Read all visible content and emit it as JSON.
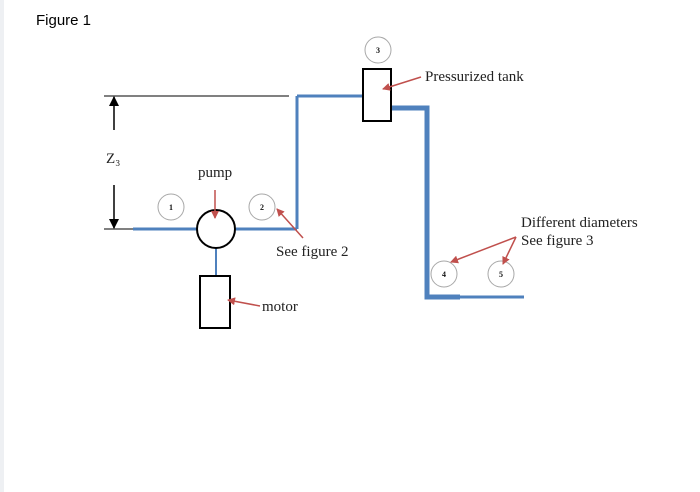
{
  "figure": {
    "title": "Figure 1"
  },
  "labels": {
    "z3": "Z₃",
    "pump": "pump",
    "motor": "motor",
    "pressurized_tank": "Pressurized tank",
    "see_figure_2": "See figure 2",
    "different_diameters": "Different diameters",
    "see_figure_3": "See figure 3"
  },
  "points": [
    {
      "id": "point-1",
      "label": "1"
    },
    {
      "id": "point-2",
      "label": "2"
    },
    {
      "id": "point-3",
      "label": "3"
    },
    {
      "id": "point-4",
      "label": "4"
    },
    {
      "id": "point-5",
      "label": "5"
    }
  ],
  "colors": {
    "pipe": "#4f81bd",
    "arrow": "#c0504d",
    "dimension": "#000000"
  }
}
